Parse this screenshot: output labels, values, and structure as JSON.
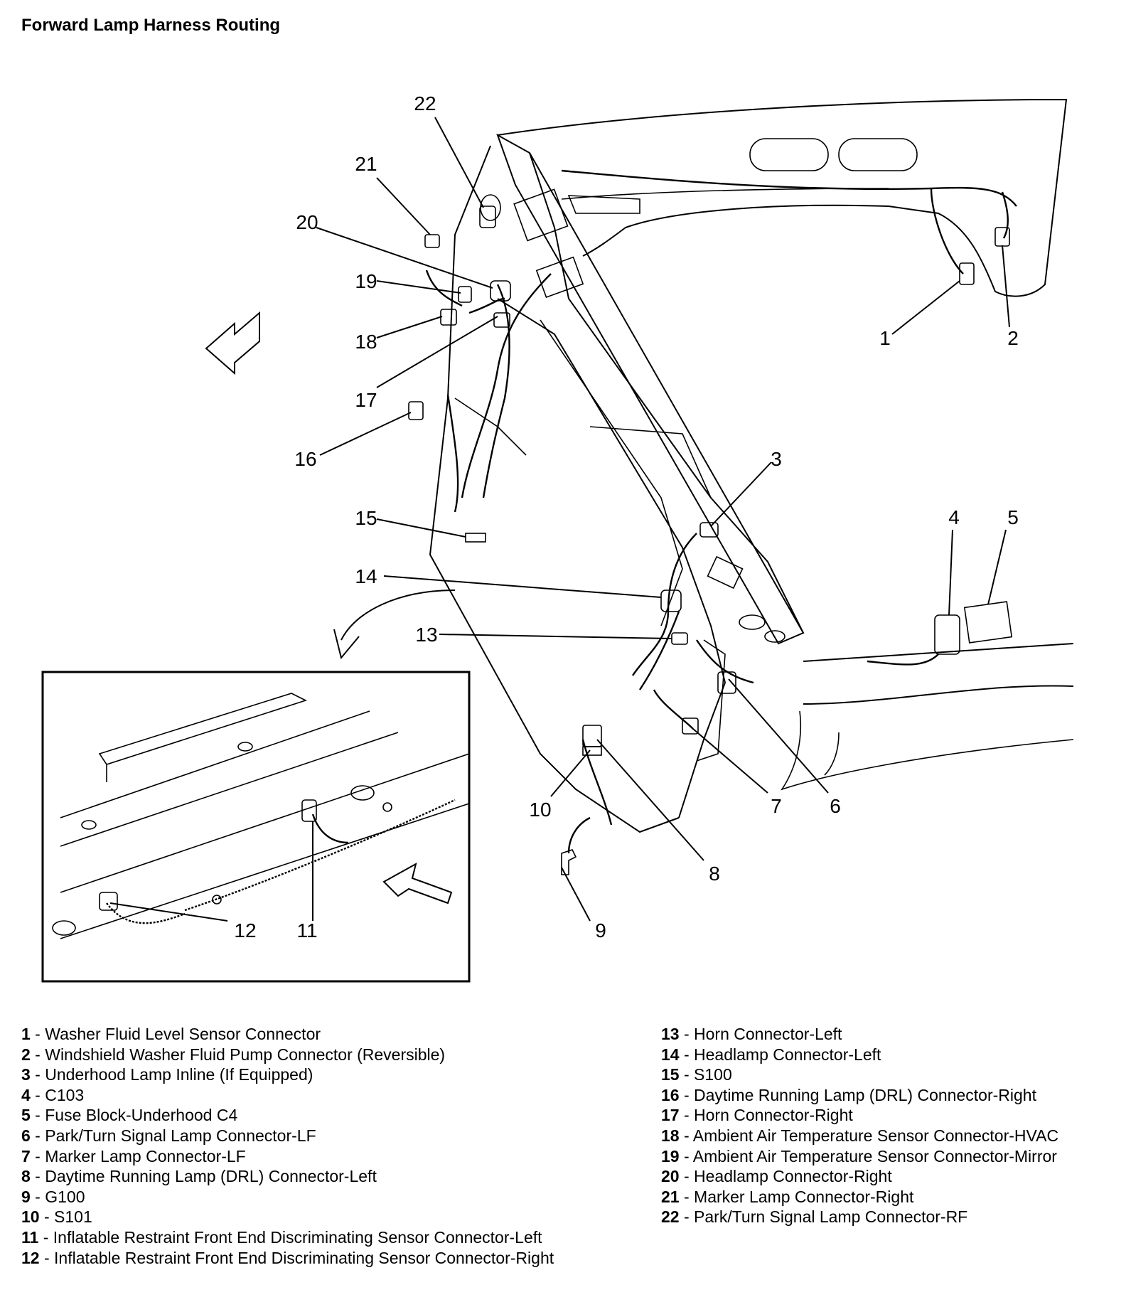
{
  "title": "Forward Lamp Harness Routing",
  "callouts": {
    "c1": "1",
    "c2": "2",
    "c3": "3",
    "c4": "4",
    "c5": "5",
    "c6": "6",
    "c7": "7",
    "c8": "8",
    "c9": "9",
    "c10": "10",
    "c11": "11",
    "c12": "12",
    "c13": "13",
    "c14": "14",
    "c15": "15",
    "c16": "16",
    "c17": "17",
    "c18": "18",
    "c19": "19",
    "c20": "20",
    "c21": "21",
    "c22": "22"
  },
  "legend_left": [
    {
      "num": "1",
      "text": " - Washer Fluid Level Sensor Connector"
    },
    {
      "num": "2",
      "text": " - Windshield Washer Fluid Pump Connector (Reversible)"
    },
    {
      "num": "3",
      "text": " - Underhood Lamp Inline (If Equipped)"
    },
    {
      "num": "4",
      "text": " - C103"
    },
    {
      "num": "5",
      "text": " - Fuse Block-Underhood C4"
    },
    {
      "num": "6",
      "text": " - Park/Turn Signal Lamp Connector-LF"
    },
    {
      "num": "7",
      "text": " - Marker Lamp Connector-LF"
    },
    {
      "num": "8",
      "text": " - Daytime Running Lamp (DRL) Connector-Left"
    },
    {
      "num": "9",
      "text": " - G100"
    },
    {
      "num": "10",
      "text": " - S101"
    },
    {
      "num": "11",
      "text": " - Inflatable Restraint Front End Discriminating Sensor Connector-Left"
    },
    {
      "num": "12",
      "text": " - Inflatable Restraint Front End Discriminating Sensor Connector-Right"
    }
  ],
  "legend_right": [
    {
      "num": "13",
      "text": " - Horn Connector-Left"
    },
    {
      "num": "14",
      "text": " - Headlamp Connector-Left"
    },
    {
      "num": "15",
      "text": " - S100"
    },
    {
      "num": "16",
      "text": " - Daytime Running Lamp (DRL) Connector-Right"
    },
    {
      "num": "17",
      "text": " - Horn Connector-Right"
    },
    {
      "num": "18",
      "text": " - Ambient Air Temperature Sensor Connector-HVAC"
    },
    {
      "num": "19",
      "text": " - Ambient Air Temperature Sensor Connector-Mirror"
    },
    {
      "num": "20",
      "text": " - Headlamp Connector-Right"
    },
    {
      "num": "21",
      "text": " - Marker Lamp Connector-Right"
    },
    {
      "num": "22",
      "text": " - Park/Turn Signal Lamp Connector-RF"
    }
  ]
}
